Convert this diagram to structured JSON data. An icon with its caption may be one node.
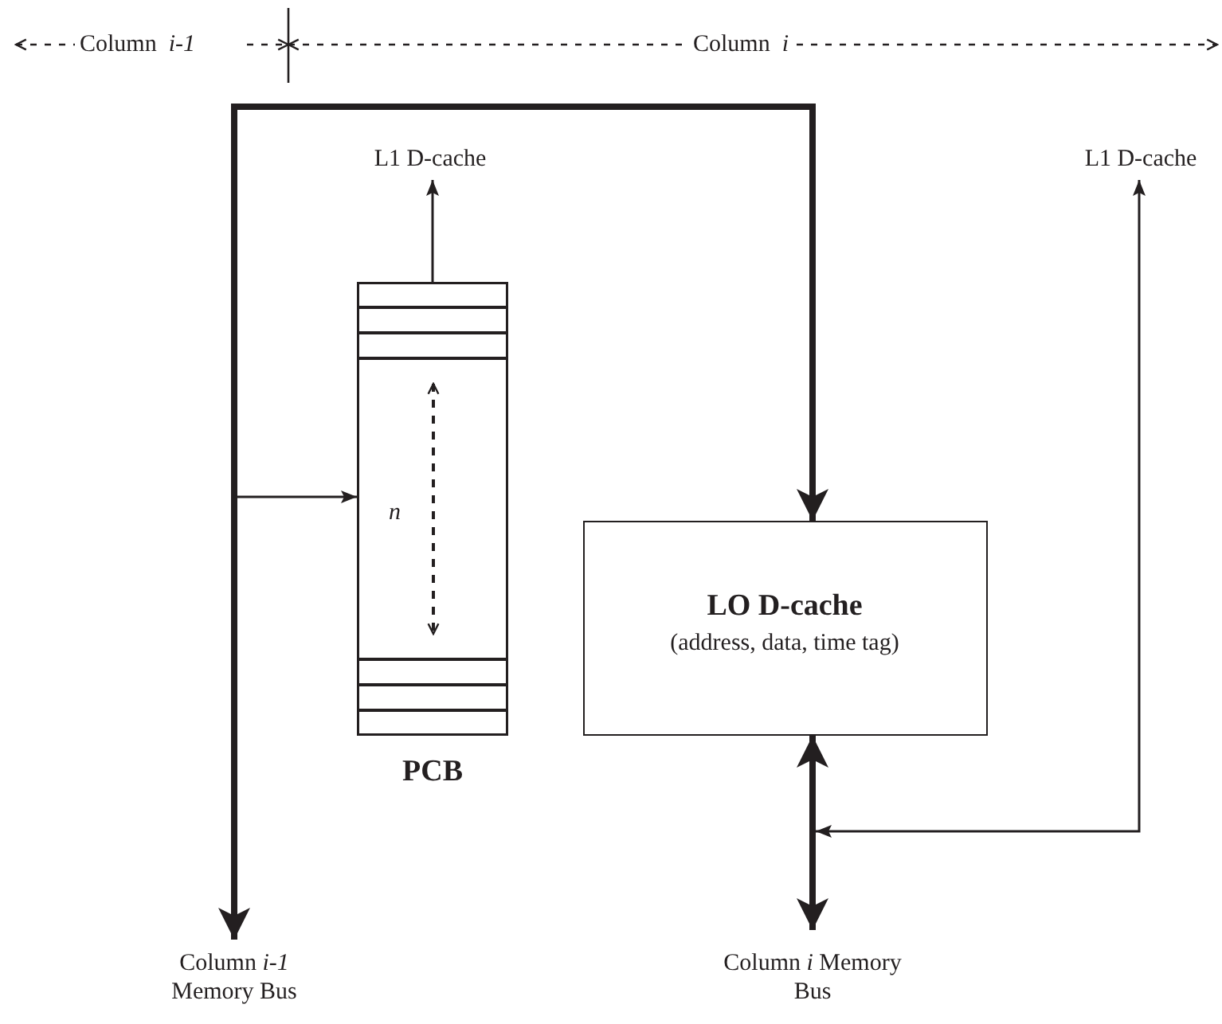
{
  "diagram": {
    "nodes": [
      {
        "text": [
          "L1 D-cache"
        ]
      },
      {
        "text": [
          "*n*",
          "PCB"
        ]
      },
      {
        "text": [
          "LO D-cache",
          "(address, data, time tag)"
        ]
      },
      {
        "text": [
          "L1 D-cache"
        ]
      },
      {
        "text": [
          "Column  *i-1* Memory Bus"
        ]
      },
      {
        "text": [
          "Column  *i* Memory Bus"
        ]
      }
    ],
    "edges": [
      {
        "from": 1,
        "to": 0,
        "arrow": "to"
      },
      {
        "from": 4,
        "to": 2,
        "arrow": "both",
        "style": "thick"
      },
      {
        "from": null,
        "to": 1,
        "arrow": "to"
      },
      {
        "from": 2,
        "to": 5,
        "arrow": "both",
        "style": "thick"
      },
      {
        "from": null,
        "to": 3,
        "arrow": "both"
      }
    ],
    "labels": [
      "Column  *i-1*",
      "Column  *i*"
    ]
  }
}
